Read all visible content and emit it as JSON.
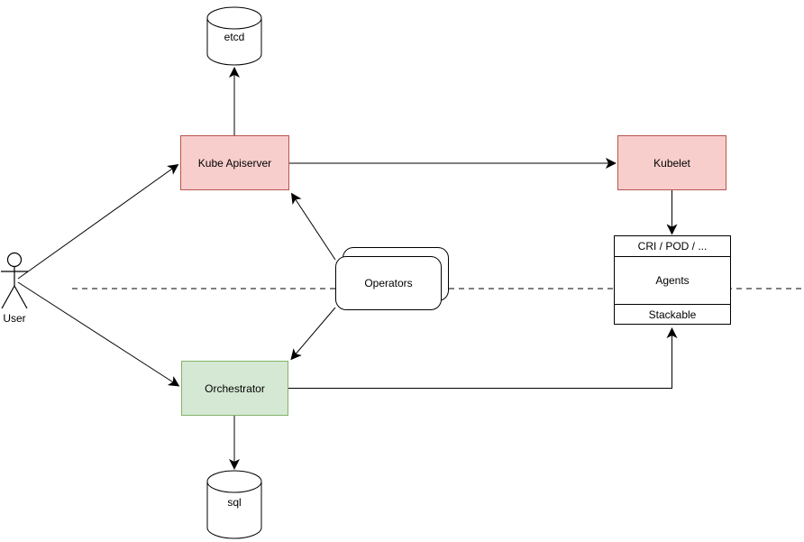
{
  "nodes": {
    "etcd": {
      "label": "etcd",
      "shape": "cylinder",
      "fill": "#ffffff",
      "stroke": "#000000"
    },
    "kube_apiserver": {
      "label": "Kube Apiserver",
      "shape": "rect",
      "fill": "#f8cecc",
      "stroke": "#b85450"
    },
    "kubelet": {
      "label": "Kubelet",
      "shape": "rect",
      "fill": "#f8cecc",
      "stroke": "#b85450"
    },
    "operators": {
      "label": "Operators",
      "shape": "stacked-rounded-rect",
      "fill": "#ffffff",
      "stroke": "#000000"
    },
    "agents_stack": {
      "rows": [
        "CRI / POD / ...",
        "Agents",
        "Stackable"
      ],
      "fill": "#ffffff",
      "stroke": "#000000"
    },
    "orchestrator": {
      "label": "Orchestrator",
      "shape": "rect",
      "fill": "#d5e8d4",
      "stroke": "#82b366"
    },
    "sql": {
      "label": "sql",
      "shape": "cylinder",
      "fill": "#ffffff",
      "stroke": "#000000"
    },
    "user": {
      "label": "User",
      "shape": "actor",
      "stroke": "#000000"
    }
  },
  "edges": [
    {
      "from": "user",
      "to": "kube_apiserver",
      "arrow": true,
      "style": "solid"
    },
    {
      "from": "user",
      "to": "orchestrator",
      "arrow": true,
      "style": "solid"
    },
    {
      "from": "kube_apiserver",
      "to": "etcd",
      "arrow": true,
      "style": "solid"
    },
    {
      "from": "kube_apiserver",
      "to": "kubelet",
      "arrow": true,
      "style": "solid"
    },
    {
      "from": "kubelet",
      "to": "agents_stack",
      "arrow": true,
      "style": "solid"
    },
    {
      "from": "operators",
      "to": "kube_apiserver",
      "arrow": true,
      "style": "solid"
    },
    {
      "from": "operators",
      "to": "orchestrator",
      "arrow": true,
      "style": "solid"
    },
    {
      "from": "orchestrator",
      "to": "agents_stack",
      "arrow": true,
      "style": "solid"
    },
    {
      "from": "orchestrator",
      "to": "sql",
      "arrow": true,
      "style": "solid"
    }
  ],
  "separator": {
    "style": "dashed",
    "orientation": "horizontal"
  }
}
